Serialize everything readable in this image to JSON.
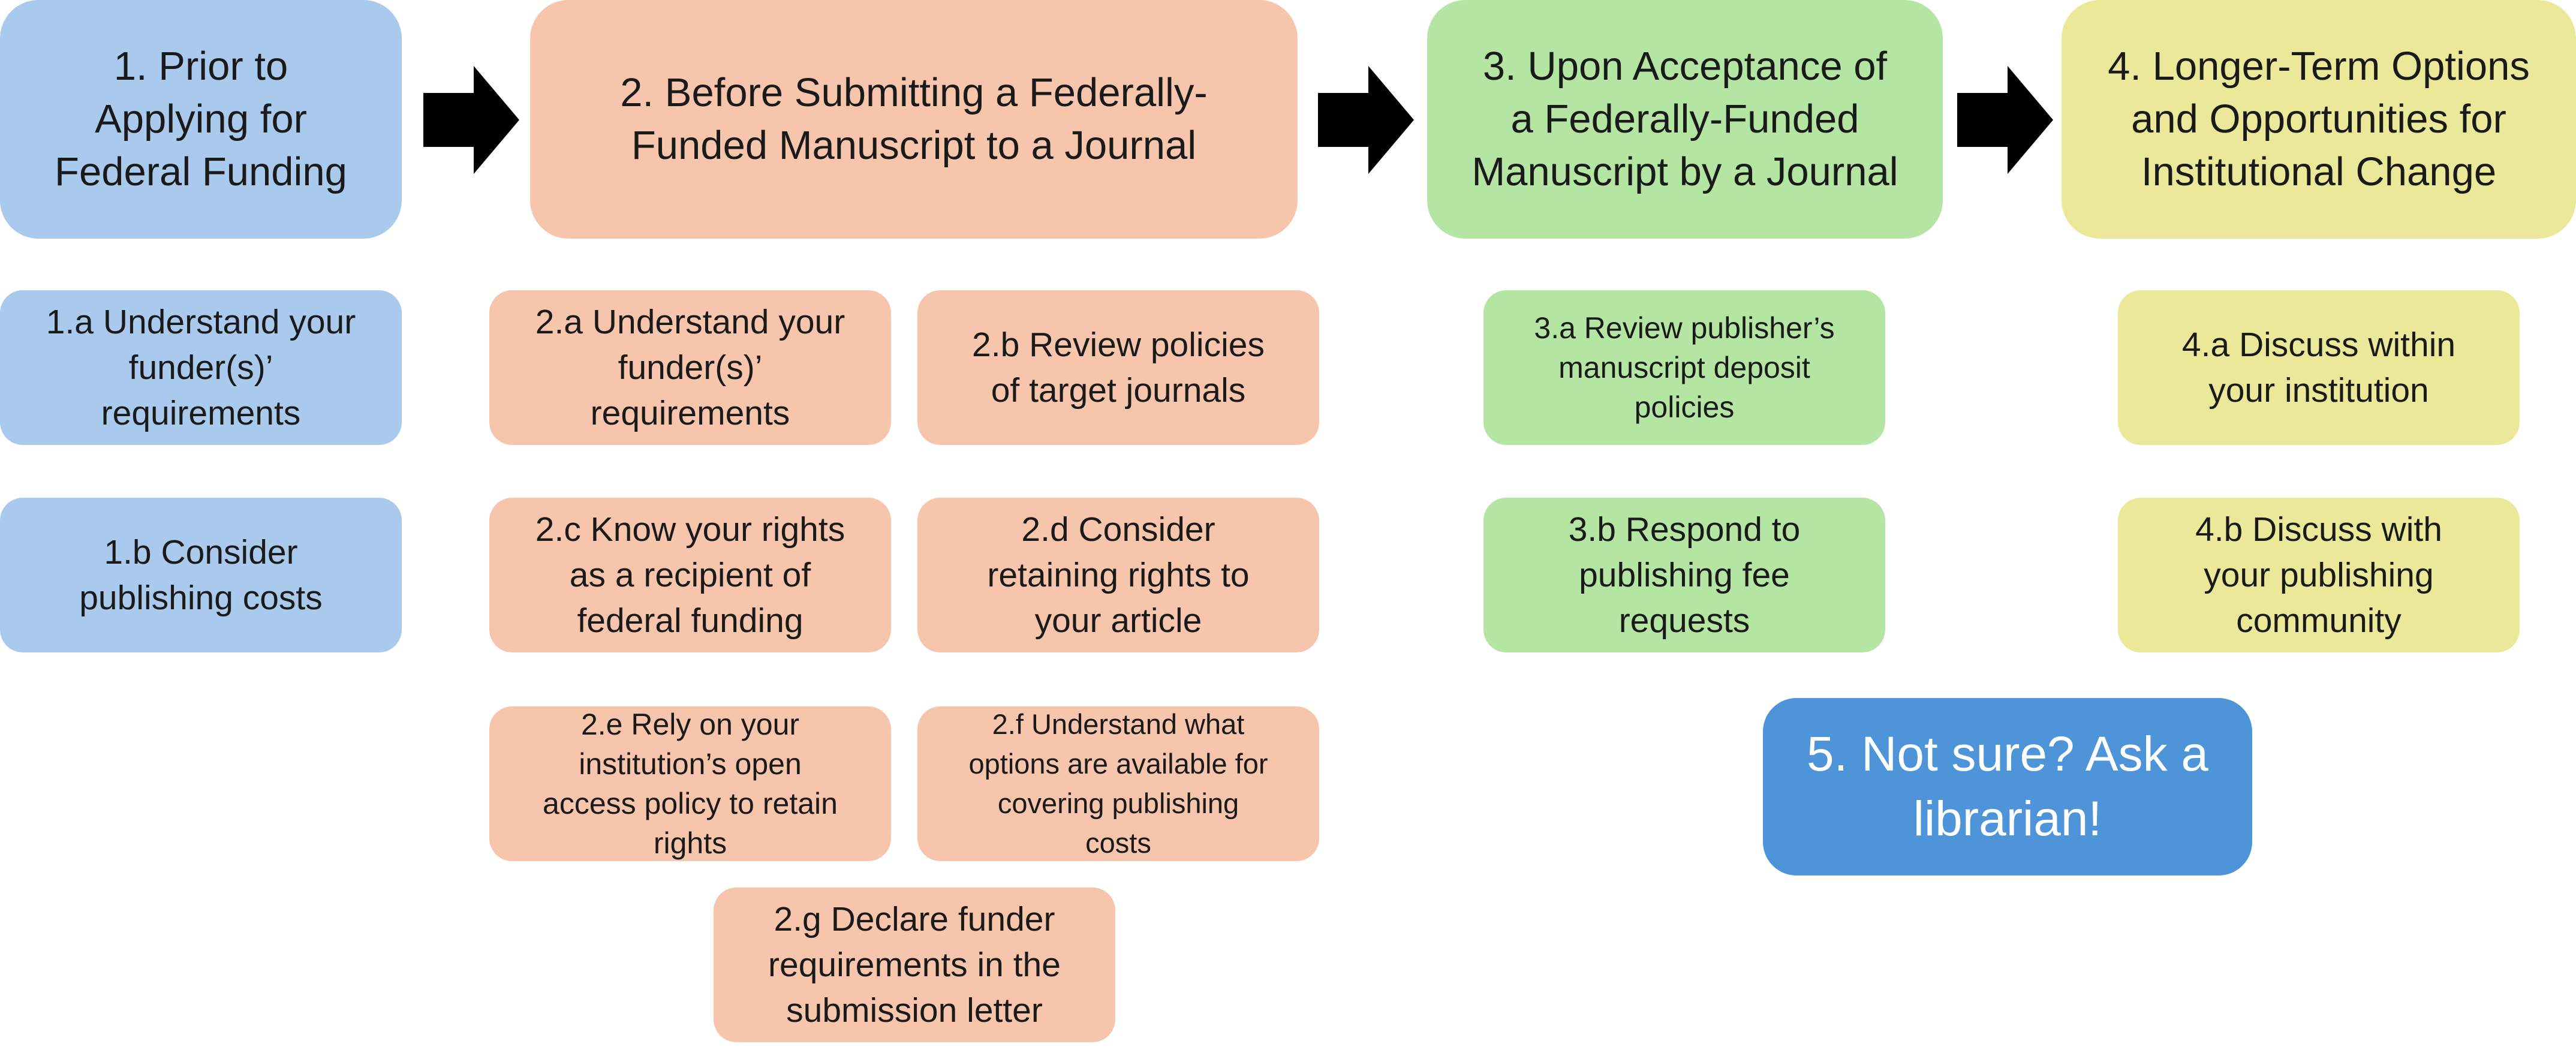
{
  "headers": [
    {
      "label": "1. Prior to\nApplying for\nFederal Funding",
      "color": "#a9caec"
    },
    {
      "label": "2. Before Submitting a Federally-\nFunded Manuscript to a Journal",
      "color": "#f6c5ac"
    },
    {
      "label": "3. Upon Acceptance of\na Federally-Funded\nManuscript by a Journal",
      "color": "#b4e5a2"
    },
    {
      "label": "4. Longer-Term Options\nand Opportunities for\nInstitutional Change",
      "color": "#ece899"
    }
  ],
  "steps": {
    "s1a": "1.a Understand your\nfunder(s)’\nrequirements",
    "s1b": "1.b Consider\npublishing costs",
    "s2a": "2.a Understand your\nfunder(s)’\nrequirements",
    "s2b": "2.b Review policies\nof target journals",
    "s2c": "2.c Know your rights\nas a recipient of\nfederal funding",
    "s2d": "2.d Consider\nretaining rights to\nyour article",
    "s2e": "2.e Rely on your\ninstitution’s open\naccess policy to retain\nrights",
    "s2f": "2.f Understand what\noptions are available for\ncovering publishing\ncosts",
    "s2g": "2.g Declare funder\nrequirements in the\nsubmission letter",
    "s3a": "3.a Review publisher’s\nmanuscript deposit\npolicies",
    "s3b": "3.b Respond to\npublishing fee\nrequests",
    "s4a": "4.a Discuss within\nyour institution",
    "s4b": "4.b Discuss with\nyour publishing\ncommunity"
  },
  "ask_librarian": "5. Not sure? Ask a\nlibrarian!",
  "colors": {
    "stage1": "#a9caec",
    "stage2": "#f6c5ac",
    "stage3": "#b4e5a2",
    "stage4": "#ece899",
    "librarian": "#4d94d9",
    "arrow": "#000000"
  },
  "icons": [
    "arrow-right-icon"
  ]
}
